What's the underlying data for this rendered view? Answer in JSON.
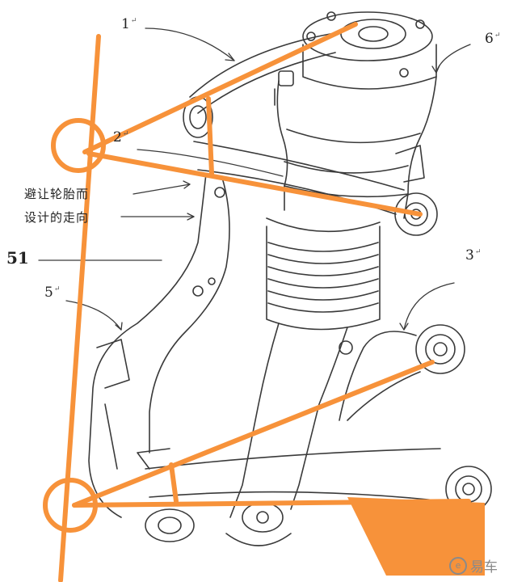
{
  "labels": {
    "part1": "1",
    "part2": "2",
    "part3": "3",
    "part5": "5",
    "part6": "6",
    "return_mark": "↵",
    "dim51": "51"
  },
  "annotations": {
    "line1": "避让轮胎而",
    "line2": "设计的走向"
  },
  "watermark": {
    "logo_glyph": "e",
    "text": "易车"
  },
  "colors": {
    "overlay": "#F7923A",
    "drawing": "#3a3a3a"
  }
}
